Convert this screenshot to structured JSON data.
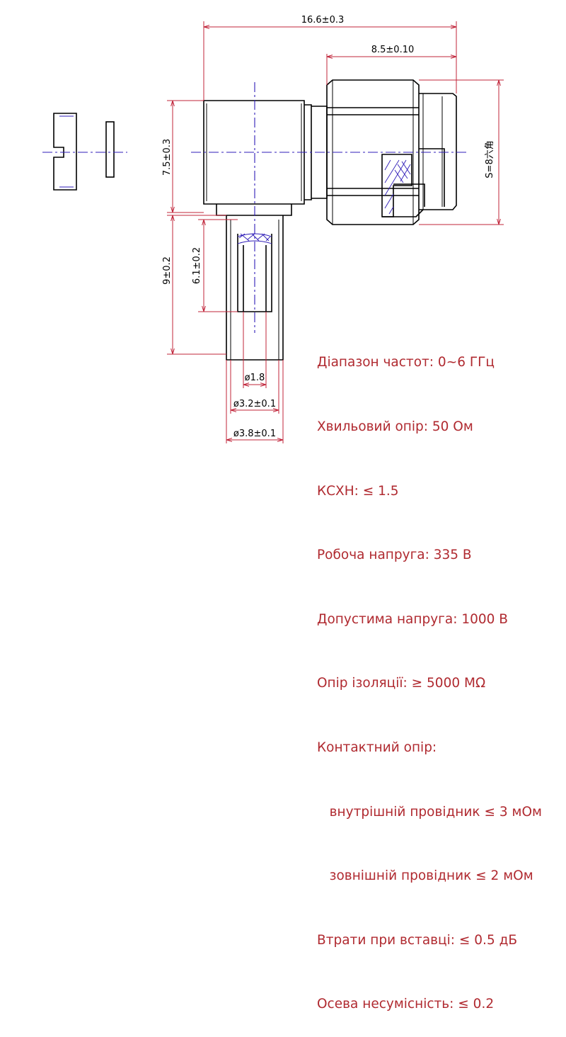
{
  "dimensions": {
    "overall_length": "16.6±0.3",
    "plug_length": "8.5±0.10",
    "body_height": "7.5±0.3",
    "hex_size": "S=8六角",
    "ferrule_length": "9±0.2",
    "crimp_length": "6.1±0.2",
    "pin_diameter": "ø1.8",
    "inner_diameter": "ø3.2±0.1",
    "outer_diameter": "ø3.8±0.1"
  },
  "specs": [
    "Діапазон частот: 0~6 ГГц",
    "Хвильовий опір: 50 Ом",
    "КСХН: ≤ 1.5",
    "Робоча напруга: 335 В",
    "Допустима напруга: 1000 В",
    "Опір ізоляції: ≥ 5000 MΩ",
    "Контактний опір:",
    "   внутрішній провідник ≤ 3 мОм",
    "   зовнішній провідник ≤ 2 мОм",
    "Втрати при вставці: ≤ 0.5 дБ",
    "Осева несумісність: ≤ 0.2"
  ],
  "colors": {
    "dimension": "#c0243a",
    "centerline": "#2f1db8",
    "outline": "#000000",
    "spec_text": "#b02a30"
  }
}
